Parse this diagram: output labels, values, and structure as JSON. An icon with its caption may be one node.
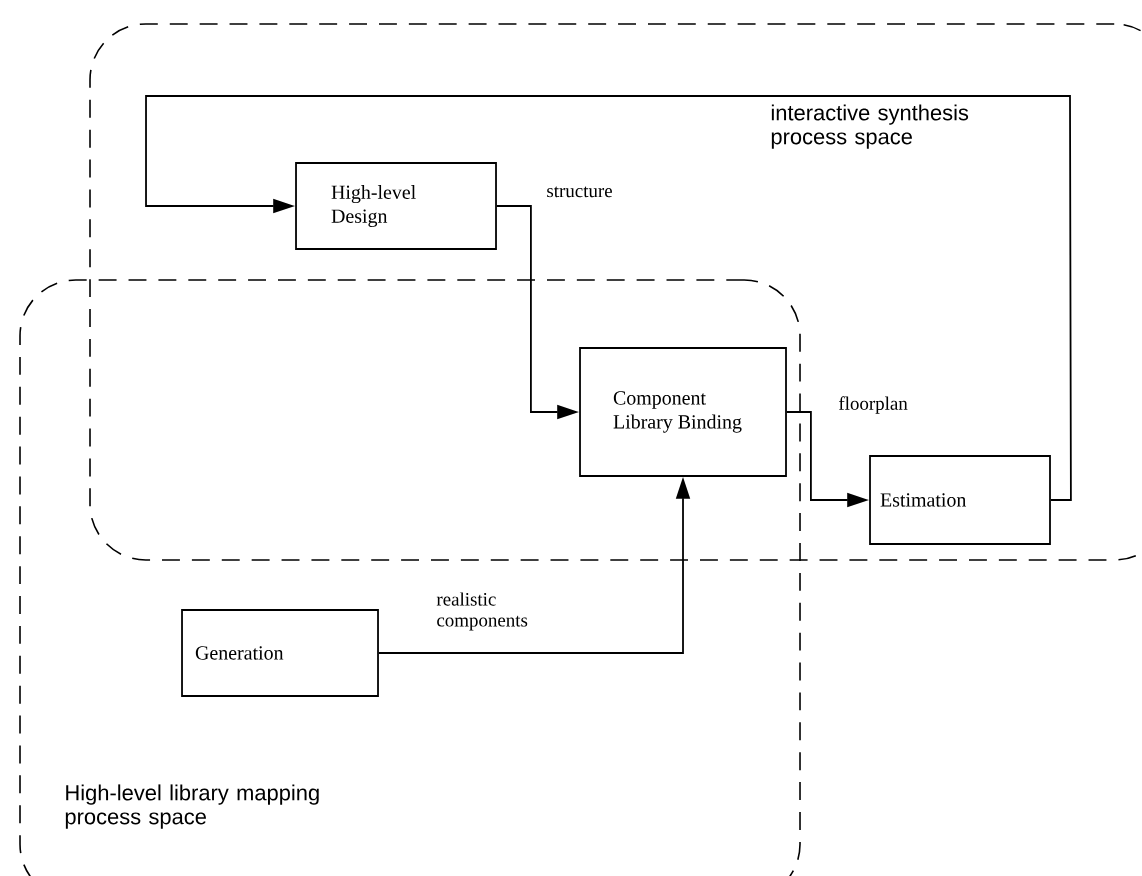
{
  "diagram": {
    "nodes": [
      {
        "text": [
          "interactive synthesis process space"
        ]
      },
      {
        "text": [
          "High-level library mapping process space"
        ]
      },
      {
        "text": [
          "High-level Design"
        ],
        "in": 0
      },
      {
        "text": [
          "Component Library Binding"
        ]
      },
      {
        "text": [
          "Estimation"
        ],
        "in": 0
      },
      {
        "text": [
          "Generation"
        ],
        "in": 1
      }
    ],
    "edges": [
      {
        "from": 2,
        "to": 3,
        "arrow": "to",
        "label": "structure"
      },
      {
        "from": 3,
        "to": 4,
        "arrow": "to",
        "label": "floorplan"
      },
      {
        "from": 5,
        "to": 3,
        "arrow": "to",
        "label": "realistic components"
      },
      {
        "from": 4,
        "to": 2,
        "arrow": "to"
      }
    ]
  }
}
